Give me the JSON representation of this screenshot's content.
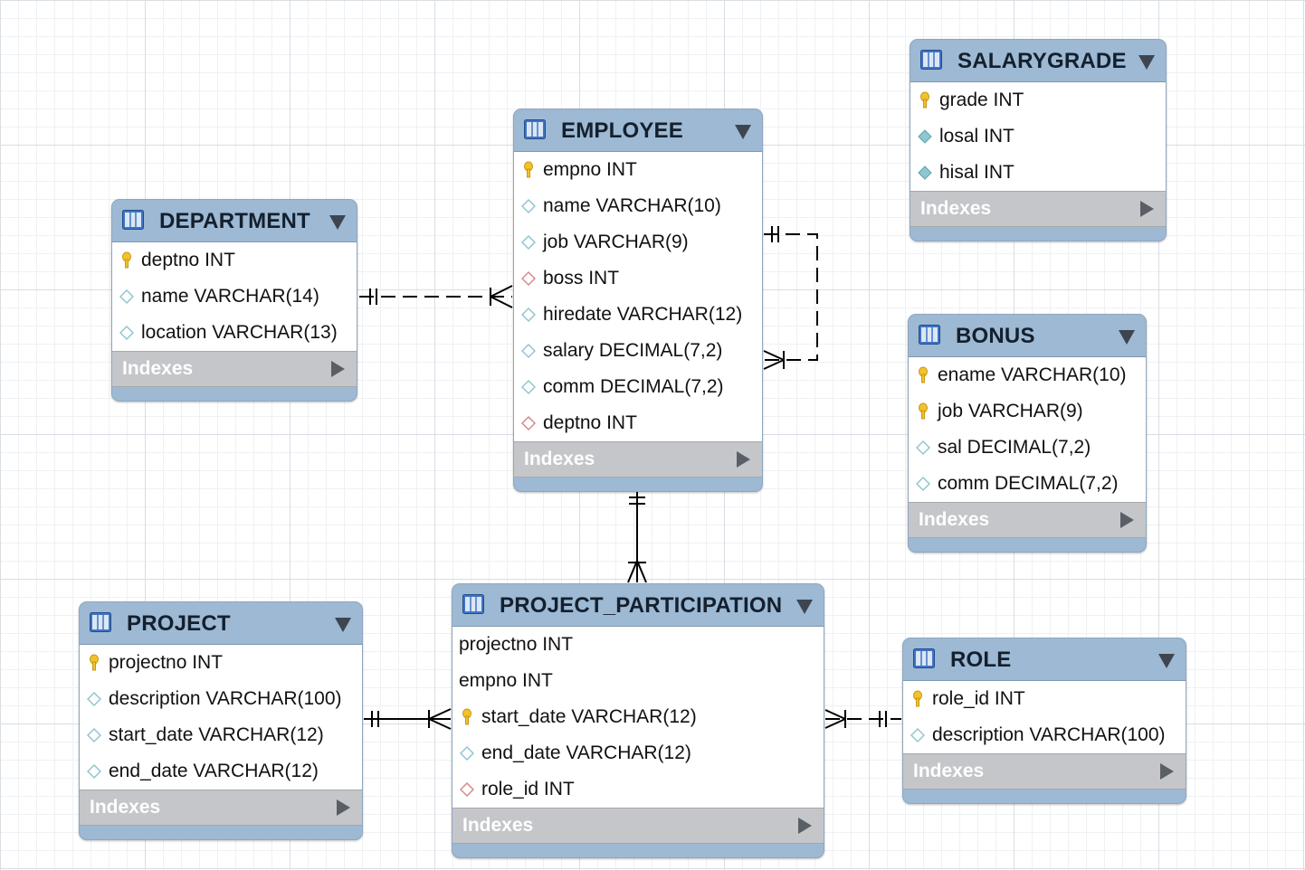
{
  "tables": {
    "salarygrade": {
      "name": "SALARYGRADE",
      "indexes_label": "Indexes",
      "columns": [
        {
          "text": "grade INT",
          "icon": "primary-key-icon"
        },
        {
          "text": "losal INT",
          "icon": "filled-diamond-icon"
        },
        {
          "text": "hisal INT",
          "icon": "filled-diamond-icon"
        }
      ]
    },
    "employee": {
      "name": "EMPLOYEE",
      "indexes_label": "Indexes",
      "columns": [
        {
          "text": "empno INT",
          "icon": "primary-key-icon"
        },
        {
          "text": "name VARCHAR(10)",
          "icon": "diamond-icon"
        },
        {
          "text": "job VARCHAR(9)",
          "icon": "diamond-icon"
        },
        {
          "text": "boss INT",
          "icon": "foreign-key-diamond-icon"
        },
        {
          "text": "hiredate VARCHAR(12)",
          "icon": "diamond-icon"
        },
        {
          "text": "salary DECIMAL(7,2)",
          "icon": "diamond-icon"
        },
        {
          "text": "comm DECIMAL(7,2)",
          "icon": "diamond-icon"
        },
        {
          "text": "deptno INT",
          "icon": "foreign-key-diamond-icon"
        }
      ]
    },
    "department": {
      "name": "DEPARTMENT",
      "indexes_label": "Indexes",
      "columns": [
        {
          "text": "deptno INT",
          "icon": "primary-key-icon"
        },
        {
          "text": "name VARCHAR(14)",
          "icon": "diamond-icon"
        },
        {
          "text": "location VARCHAR(13)",
          "icon": "diamond-icon"
        }
      ]
    },
    "bonus": {
      "name": "BONUS",
      "indexes_label": "Indexes",
      "columns": [
        {
          "text": "ename VARCHAR(10)",
          "icon": "primary-key-icon"
        },
        {
          "text": "job VARCHAR(9)",
          "icon": "primary-key-icon"
        },
        {
          "text": "sal DECIMAL(7,2)",
          "icon": "diamond-icon"
        },
        {
          "text": "comm DECIMAL(7,2)",
          "icon": "diamond-icon"
        }
      ]
    },
    "project": {
      "name": "PROJECT",
      "indexes_label": "Indexes",
      "columns": [
        {
          "text": "projectno INT",
          "icon": "primary-key-icon"
        },
        {
          "text": "description VARCHAR(100)",
          "icon": "diamond-icon"
        },
        {
          "text": "start_date VARCHAR(12)",
          "icon": "diamond-icon"
        },
        {
          "text": "end_date VARCHAR(12)",
          "icon": "diamond-icon"
        }
      ]
    },
    "project_participation": {
      "name": "PROJECT_PARTICIPATION",
      "indexes_label": "Indexes",
      "columns": [
        {
          "text": "projectno INT",
          "icon": ""
        },
        {
          "text": "empno INT",
          "icon": ""
        },
        {
          "text": "start_date VARCHAR(12)",
          "icon": "primary-key-icon"
        },
        {
          "text": "end_date VARCHAR(12)",
          "icon": "diamond-icon"
        },
        {
          "text": "role_id INT",
          "icon": "foreign-key-diamond-icon"
        }
      ]
    },
    "role": {
      "name": "ROLE",
      "indexes_label": "Indexes",
      "columns": [
        {
          "text": "role_id INT",
          "icon": "primary-key-icon"
        },
        {
          "text": "description VARCHAR(100)",
          "icon": "diamond-icon"
        }
      ]
    }
  },
  "relationships": [
    {
      "from": "department",
      "to": "employee",
      "from_card": "one",
      "to_card": "many",
      "identifying": false
    },
    {
      "from": "employee",
      "to": "employee",
      "from_card": "one",
      "to_card": "many",
      "identifying": false
    },
    {
      "from": "employee",
      "to": "project_participation",
      "from_card": "one",
      "to_card": "many",
      "identifying": true
    },
    {
      "from": "project",
      "to": "project_participation",
      "from_card": "one",
      "to_card": "many",
      "identifying": true
    },
    {
      "from": "role",
      "to": "project_participation",
      "from_card": "one",
      "to_card": "many",
      "identifying": false
    }
  ],
  "colors": {
    "header": "#9db9d3",
    "indexes_bar": "#c4c6c9",
    "key": "#f2c12e",
    "diamond": "#8fc6cf",
    "fk_diamond": "#d48a8a",
    "line": "#000000"
  }
}
